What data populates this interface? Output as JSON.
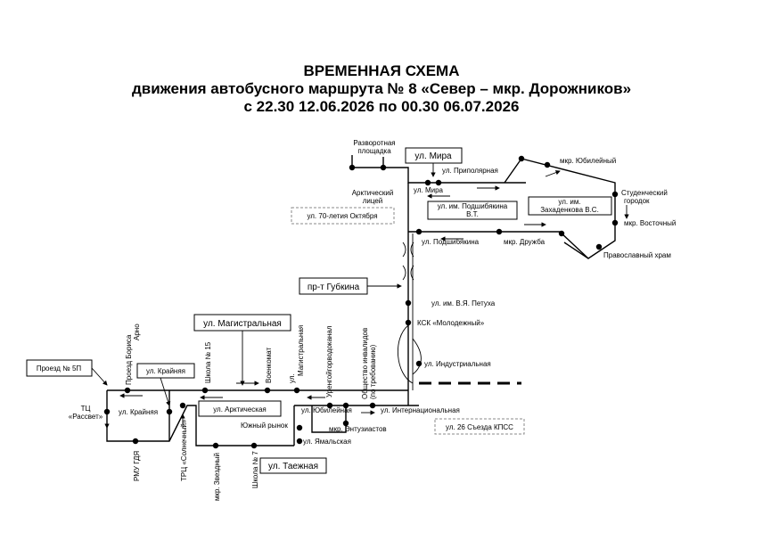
{
  "title": {
    "line1": "ВРЕМЕННАЯ СХЕМА",
    "line2": "движения автобусного маршрута № 8 «Север – мкр. Дорожников»",
    "line3": "с 22.30 12.06.2026 по 00.30 06.07.2026"
  },
  "boxes": {
    "mira": "ул. Мира",
    "podshibyakina_1": "ул. им. Подшибякина",
    "podshibyakina_2": "В.Т.",
    "zakhadenkova_1": "ул. им.",
    "zakhadenkova_2": "Захаденкова В.С.",
    "oktyabr": "ул. 70-летия Октября",
    "gubkina": "пр-т Губкина",
    "magistralnaya": "ул. Магистральная",
    "proezd": "Проезд № 5П",
    "krainyaya": "ул. Крайняя",
    "arkticheskaya": "ул. Арктическая",
    "taezhnaya": "ул. Таежная",
    "syezd": "ул. 26 Съезда КПСС"
  },
  "stops": {
    "razvorot_1": "Разворотная",
    "razvorot_2": "площадка",
    "arctic_1": "Арктический",
    "arctic_2": "лицей",
    "mira_stop": "ул. Мира",
    "pripolyarnaya": "ул. Приполярная",
    "yubileyny": "мкр. Юбилейный",
    "student_1": "Студенческий",
    "student_2": "городок",
    "vostochny": "мкр. Восточный",
    "khram": "Православный храм",
    "podshibyakina": "ул. Подшибякина",
    "druzhba": "мкр. Дружба",
    "petusha": "ул. им. В.Я. Петуха",
    "ksk": "КСК «Молодежный»",
    "industrialnaya": "ул. Индустриальная",
    "internatsionalnaya": "ул. Интернациональная",
    "entuziastov": "мкр. Энтузиастов",
    "yamalskaya": "ул. Ямальская",
    "yuzhny": "Южный рынок",
    "yubileynaya": "ул. Юбилейная",
    "tc_rassvet_1": "ТЦ",
    "tc_rassvet_2": "«Рассвет»",
    "krainyaya_stop": "ул. Крайняя",
    "boris_1": "Проезд Бориса",
    "boris_2": "Арно",
    "school15": "Школа № 15",
    "voenkomat": "Военкомат",
    "magistr_1": "ул.",
    "magistr_2": "Магистральная",
    "urengoy": "Уренгойгорводоканал",
    "invalid_1": "Общество инвалидов",
    "invalid_2": "(по требованию)",
    "rmu": "РМУ ГДЯ",
    "tc_solnechny": "ТРЦ «Солнечный»",
    "zvezdny": "мкр. Звездный",
    "school7": "Школа № 7"
  }
}
